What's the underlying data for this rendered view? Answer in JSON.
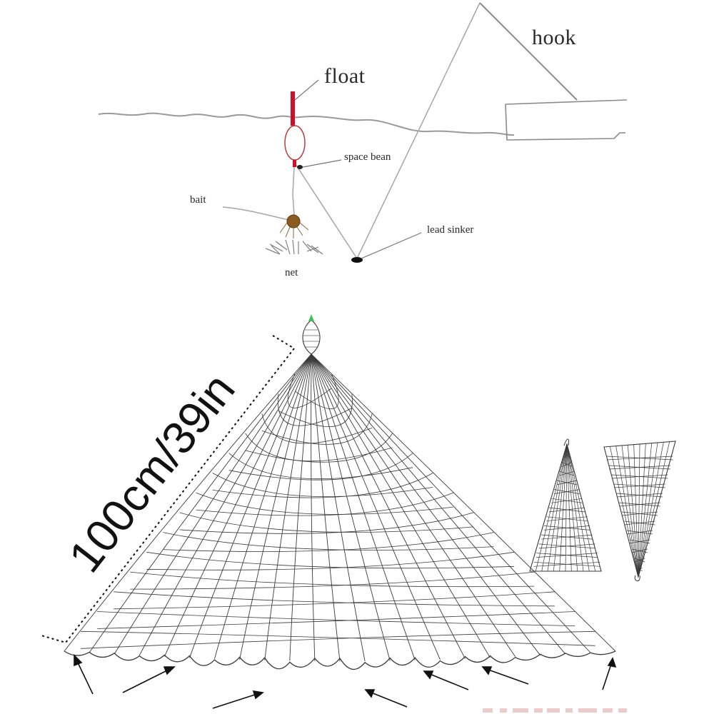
{
  "rig_diagram": {
    "labels": {
      "hook": "hook",
      "float": "float",
      "space_bean": "space bean",
      "bait": "bait",
      "lead_sinker": "lead sinker",
      "net": "net"
    },
    "colors": {
      "line": "#9a9a9a",
      "float_red": "#d0102a",
      "bait_brown": "#8a5a1f",
      "ink": "#2a2a2a"
    }
  },
  "net_product": {
    "dimension_label": "100cm/39in",
    "colors": {
      "mesh": "#3a3a3a",
      "float_tip": "#3ec05a"
    }
  }
}
